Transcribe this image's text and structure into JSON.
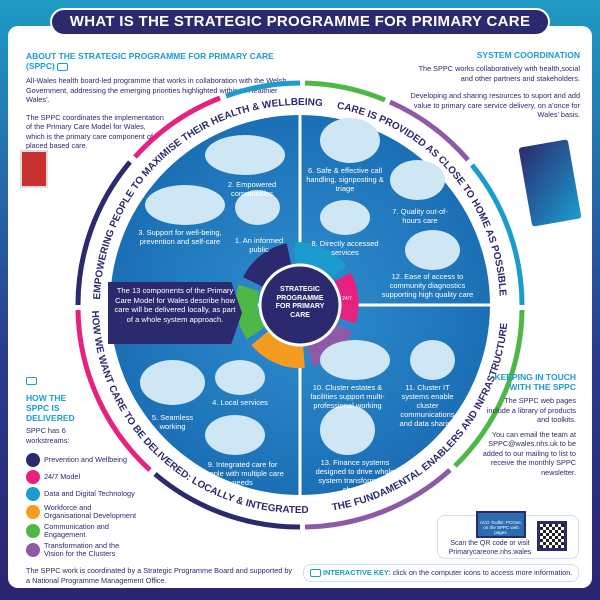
{
  "title": "WHAT IS THE STRATEGIC PROGRAMME FOR PRIMARY CARE (SPPC)?",
  "about": {
    "heading": "ABOUT THE STRATEGIC PROGRAMME FOR PRIMARY CARE (SPPC)",
    "p1": "All-Wales health board-led programme that works in collaboration with the Welsh Government, addressing the emerging priorities highlighted within ‘A Healthier Wales’.",
    "p2": "The SPPC coordinates the implementation of the Primary Care Model for Wales, which is the primary care component of placed based care."
  },
  "system": {
    "heading": "SYSTEM COORDINATION",
    "p1": "The SPPC works collaboratively with health,social and other partners and stakeholders.",
    "p2": "Developing and sharing resources to suport and add value to primary care service delivery, on a’once for Wales’ basis."
  },
  "ring": {
    "top_left": "EMPOWERING PEOPLE TO MAXIMISE THEIR HEALTH & WELLBEING",
    "top_right": "CARE IS PROVIDED AS CLOSE TO HOME AS POSSIBLE",
    "bottom_left": "HOW WE WANT CARE TO BE DELIVERED: LOCALLY & INTEGRATED",
    "bottom_right": "THE FUNDAMENTAL ENABLERS AND INFRASTRUCTURE"
  },
  "center": {
    "line1": "STRATEGIC",
    "line2": "PROGRAMME",
    "line3": "FOR PRIMARY",
    "line4": "CARE",
    "badge": "24/7"
  },
  "callout": "The 13 components of the Primary Care Model for Wales describe how care will be delivered locally, as part of a whole system approach.",
  "components": [
    "1. An informed public",
    "2. Empowered communities",
    "3. Support for well-being, prevention and self-care",
    "4. Local services",
    "5. Seamless working",
    "6. Safe & effective call handling, signposting & triage",
    "7. Quality out-of-hours care",
    "8. Directly accessed services",
    "9. Integrated care for people with multiple care needs",
    "10. Cluster estates & facilities support multi-professional working",
    "11. Cluster IT systems enable cluster communications and data sharing",
    "12. Ease of access to community diagnostics supporting high quality care",
    "13. Finance systems designed to drive whole system transformative change"
  ],
  "delivered": {
    "heading": "HOW THE SPPC IS DELIVERED",
    "intro": "SPPC has 6 workstreams:",
    "workstreams": [
      {
        "label": "Prevention and Wellbeing",
        "color": "#2b2a6e"
      },
      {
        "label": "24/7 Model",
        "color": "#e6217f"
      },
      {
        "label": "Data and Digital Technology",
        "color": "#1a9ccf"
      },
      {
        "label": "Workforce and Organisational Development",
        "color": "#f39c1f"
      },
      {
        "label": "Communication and Engagement",
        "color": "#4db848"
      },
      {
        "label": "Transformation and the Vision for the Clusters",
        "color": "#8e5aa8"
      }
    ],
    "footer": "The SPPC work is coordinated by a Strategic Programme Board and supported by a National Programme Management Office."
  },
  "keeping": {
    "heading": "KEEPING IN TOUCH WITH THE SPPC",
    "p1": "The SPPC web pages include a library of products and toolkits.",
    "p2": "You can email the team at SPPC@wales.nhs.uk to be added to our mailing to list to receive the monthly SPPC newsletter."
  },
  "qr": {
    "screen": "ACD Toolkit: PCOne, on the SPPC web pages.",
    "text": "Scan the QR code or visit Primarycareone.nhs.wales"
  },
  "key": {
    "label": "INTERACTIVE KEY:",
    "text": "click on the computer icons to access more information."
  }
}
